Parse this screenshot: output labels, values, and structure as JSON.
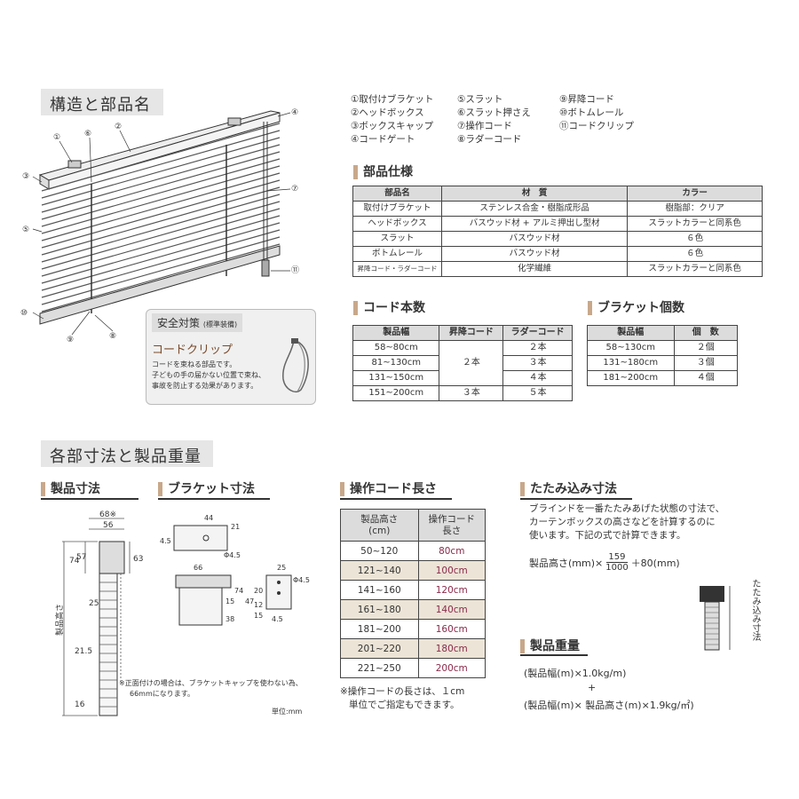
{
  "section1_title": "構造と部品名",
  "section2_title": "各部寸法と製品重量",
  "parts": [
    "①取付けブラケット",
    "②ヘッドボックス",
    "③ボックスキャップ",
    "④コードゲート",
    "⑤スラット",
    "⑥スラット押さえ",
    "⑦操作コード",
    "⑧ラダーコード",
    "⑨昇降コード",
    "⑩ボトムレール",
    "⑪コードクリップ"
  ],
  "diagram_numbers": [
    "①",
    "②",
    "③",
    "④",
    "⑤",
    "⑥",
    "⑦",
    "⑨",
    "⑧",
    "⑩",
    "⑪"
  ],
  "safety": {
    "title": "安全対策",
    "badge": "(標準装備)",
    "clip_title": "コードクリップ",
    "lines": [
      "コードを束ねる部品です。",
      "子どもの手の届かない位置で束ね、",
      "事故を防止する効果があります。"
    ]
  },
  "parts_spec": {
    "title": "部品仕様",
    "headers": [
      "部品名",
      "材　質",
      "カラー"
    ],
    "rows": [
      [
        "取付けブラケット",
        "ステンレス合金・樹脂成形品",
        "樹脂部：クリア"
      ],
      [
        "ヘッドボックス",
        "バスウッド材 + アルミ押出し型材",
        "スラットカラーと同系色"
      ],
      [
        "スラット",
        "バスウッド材",
        "６色"
      ],
      [
        "ボトムレール",
        "バスウッド材",
        "６色"
      ],
      [
        "昇降コード・ラダーコード",
        "化学繊維",
        "スラットカラーと同系色"
      ]
    ]
  },
  "cord_count": {
    "title": "コード本数",
    "headers": [
      "製品幅",
      "昇降コード",
      "ラダーコード"
    ],
    "widths": [
      "58~80cm",
      "81~130cm",
      "131~150cm",
      "151~200cm"
    ],
    "lift_merged": "２本",
    "lift_last": "３本",
    "ladder": [
      "２本",
      "３本",
      "４本",
      "５本"
    ]
  },
  "bracket_count": {
    "title": "ブラケット個数",
    "headers": [
      "製品幅",
      "個　数"
    ],
    "rows": [
      [
        "58~130cm",
        "２個"
      ],
      [
        "131~180cm",
        "３個"
      ],
      [
        "181~200cm",
        "４個"
      ]
    ]
  },
  "product_dims": {
    "title": "製品寸法",
    "labels": [
      "68※",
      "56",
      "74",
      "57",
      "63",
      "25",
      "21.5",
      "16",
      "製品高さ"
    ],
    "note_lines": [
      "※正面付けの場合は、ブラケットキャップを使わない為、",
      "66mmになります。"
    ],
    "unit": "単位:mm"
  },
  "bracket_dims": {
    "title": "ブラケット寸法",
    "labels": [
      "44",
      "4.5",
      "21",
      "Φ4.5",
      "66",
      "74",
      "15",
      "38",
      "47",
      "20",
      "12",
      "15",
      "25",
      "Φ4.5",
      "4.5"
    ]
  },
  "operation_cord": {
    "title": "操作コード長さ",
    "headers": [
      "製品高さ\n(cm)",
      "操作コード\n長さ"
    ],
    "rows": [
      [
        "50~120",
        "80cm"
      ],
      [
        "121~140",
        "100cm"
      ],
      [
        "141~160",
        "120cm"
      ],
      [
        "161~180",
        "140cm"
      ],
      [
        "181~200",
        "160cm"
      ],
      [
        "201~220",
        "180cm"
      ],
      [
        "221~250",
        "200cm"
      ]
    ],
    "note_lines": [
      "※操作コードの長さは、１cm",
      "単位でご指定もできます。"
    ],
    "value_color": "#8a2a4a",
    "shade_color": "#ece4d6"
  },
  "stack": {
    "title": "たたみ込み寸法",
    "desc": [
      "ブラインドを一番たたみあげた状態の寸法で、",
      "カーテンボックスの高さなどを計算するのに",
      "使います。下記の式で計算できます。"
    ],
    "formula_left": "製品高さ(mm)×",
    "numerator": "159",
    "denominator": "1000",
    "formula_right": "＋80(mm)",
    "side_label": "たたみ込み寸法"
  },
  "weight": {
    "title": "製品重量",
    "line1": "(製品幅(m)×1.0kg/m)",
    "plus": "+",
    "line2": "(製品幅(m)× 製品高さ(m)×1.9kg/㎡)"
  },
  "colors": {
    "accent": "#c8a88a",
    "header_bg": "#dcdcdc",
    "title_bg": "#e6e6e6"
  }
}
